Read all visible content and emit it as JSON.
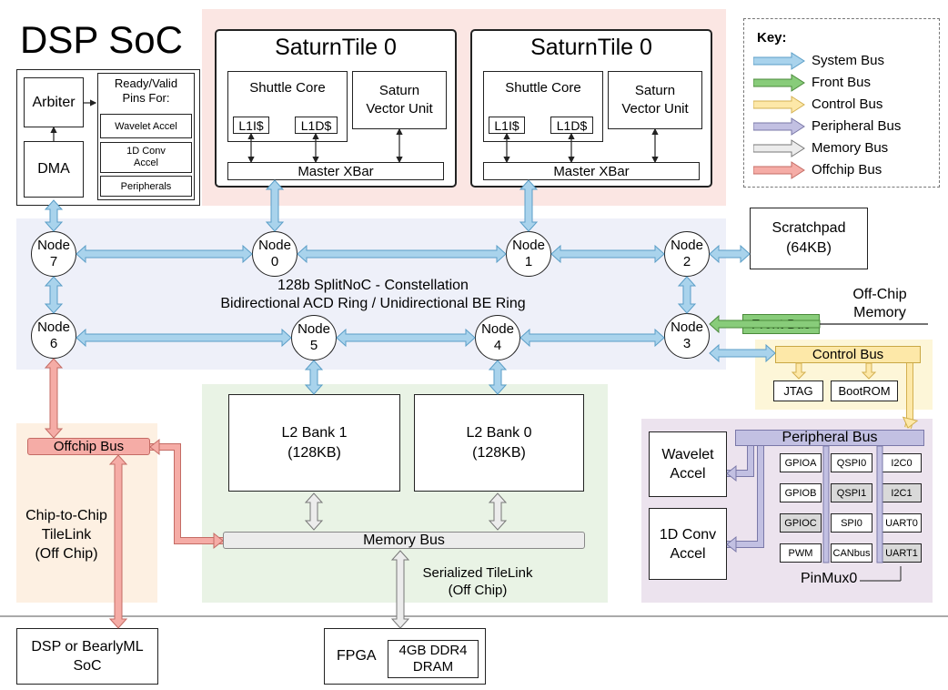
{
  "title": "DSP SoC",
  "tiles": [
    {
      "name": "SaturnTile 0",
      "core": "Shuttle Core",
      "l1i": "L1I$",
      "l1d": "L1D$",
      "vector": "Saturn\nVector Unit",
      "xbar": "Master XBar"
    },
    {
      "name": "SaturnTile 0",
      "core": "Shuttle Core",
      "l1i": "L1I$",
      "l1d": "L1D$",
      "vector": "Saturn\nVector Unit",
      "xbar": "Master XBar"
    }
  ],
  "dma_block": {
    "arbiter": "Arbiter",
    "dma": "DMA",
    "ready_valid": "Ready/Valid\nPins For:",
    "pins": [
      "Wavelet Accel",
      "1D Conv\nAccel",
      "Peripherals"
    ]
  },
  "nodes": {
    "n0": "Node\n0",
    "n1": "Node\n1",
    "n2": "Node\n2",
    "n3": "Node\n3",
    "n4": "Node\n4",
    "n5": "Node\n5",
    "n6": "Node\n6",
    "n7": "Node\n7"
  },
  "noc_label": "128b SplitNoC - Constellation\nBidirectional ACD Ring / Unidirectional BE Ring",
  "scratchpad": "Scratchpad\n(64KB)",
  "offchip_memory": "Off-Chip\nMemory",
  "front_bus": "Front Bus",
  "control_bus": "Control Bus",
  "jtag": "JTAG",
  "bootrom": "BootROM",
  "l2_banks": [
    "L2 Bank 1\n(128KB)",
    "L2 Bank 0\n(128KB)"
  ],
  "memory_bus": "Memory Bus",
  "serialized_label": "Serialized TileLink\n(Off Chip)",
  "offchip_bus": "Offchip Bus",
  "chip_to_chip": "Chip-to-Chip\nTileLink\n(Off Chip)",
  "peripheral_bus": "Peripheral Bus",
  "wavelet_accel": "Wavelet\nAccel",
  "conv_accel": "1D Conv\nAccel",
  "peripherals": [
    "GPIOA",
    "QSPI0",
    "I2C0",
    "GPIOB",
    "QSPI1",
    "I2C1",
    "GPIOC",
    "SPI0",
    "UART0",
    "PWM",
    "CANbus",
    "UART1"
  ],
  "pinmux": "PinMux0",
  "external": {
    "dsp": "DSP or BearlyML\nSoC",
    "fpga": "FPGA",
    "dram": "4GB DDR4\nDRAM"
  },
  "key": {
    "title": "Key:",
    "items": [
      {
        "label": "System Bus",
        "color": "#a9d3ec"
      },
      {
        "label": "Front Bus",
        "color": "#88cc7a"
      },
      {
        "label": "Control Bus",
        "color": "#fde8a8"
      },
      {
        "label": "Peripheral Bus",
        "color": "#c2c0e2"
      },
      {
        "label": "Memory Bus",
        "color": "#ececec"
      },
      {
        "label": "Offchip Bus",
        "color": "#f5aca6"
      }
    ]
  }
}
